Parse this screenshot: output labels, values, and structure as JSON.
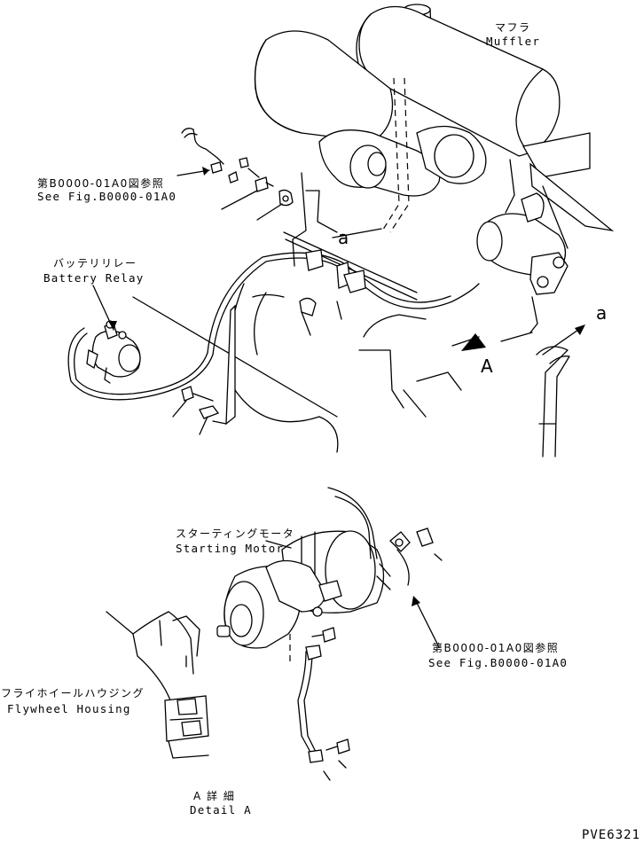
{
  "labels": {
    "muffler_ja": "マフラ",
    "muffler_en": "Muffler",
    "see_fig_top_ja": "第B0000-01A0図参照",
    "see_fig_top_en": "See Fig.B0000-01A0",
    "battery_relay_ja": "バッテリリレー",
    "battery_relay_en": "Battery Relay",
    "ref_a_upper": "a",
    "ref_a_right": "a",
    "view_a_marker": "A",
    "starting_motor_ja": "スターティングモータ",
    "starting_motor_en": "Starting Motor",
    "see_fig_bottom_ja": "第B0000-01A0図参照",
    "see_fig_bottom_en": "See Fig.B0000-01A0",
    "flywheel_housing_ja": "フライホイールハウジング",
    "flywheel_housing_en": "Flywheel Housing",
    "detail_a_ja": "A 詳 細",
    "detail_a_en": "Detail A",
    "drawing_code": "PVE6321"
  }
}
